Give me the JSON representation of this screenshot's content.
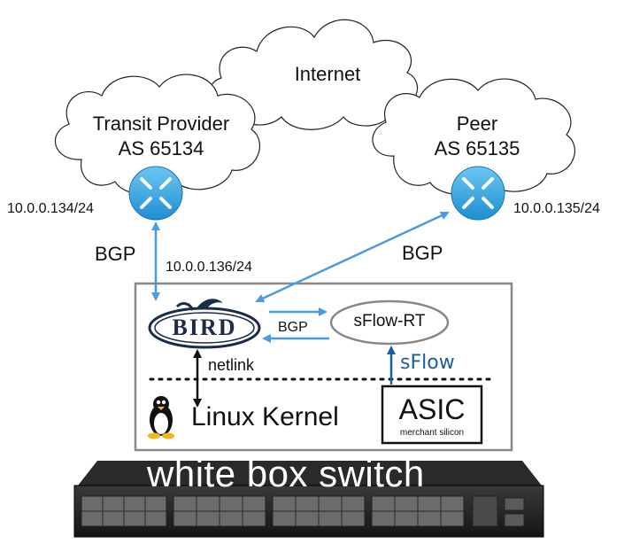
{
  "clouds": {
    "internet": {
      "label": "Internet"
    },
    "transit": {
      "line1": "Transit Provider",
      "line2": "AS 65134",
      "ip": "10.0.0.134/24"
    },
    "peer": {
      "line1": "Peer",
      "line2": "AS 65135",
      "ip": "10.0.0.135/24"
    }
  },
  "links": {
    "bgp_left": "BGP",
    "bgp_right": "BGP",
    "local_ip": "10.0.0.136/24",
    "bgp_internal": "BGP",
    "netlink": "netlink"
  },
  "box": {
    "bird_logo": "BIRD",
    "sflow_rt": "sFlow-RT",
    "sflow_logo": "sFlow",
    "asic_title": "ASIC",
    "asic_sub": "merchant silicon",
    "kernel": "Linux Kernel"
  },
  "switch": {
    "label": "white box switch"
  },
  "colors": {
    "arrow": "#4a9be0",
    "router": "#2fa6e6",
    "outline": "#888888"
  },
  "icons": [
    "cloud-icon",
    "router-icon",
    "bird-logo-icon",
    "tux-penguin-icon",
    "sflow-logo-icon",
    "switch-hardware-icon"
  ]
}
